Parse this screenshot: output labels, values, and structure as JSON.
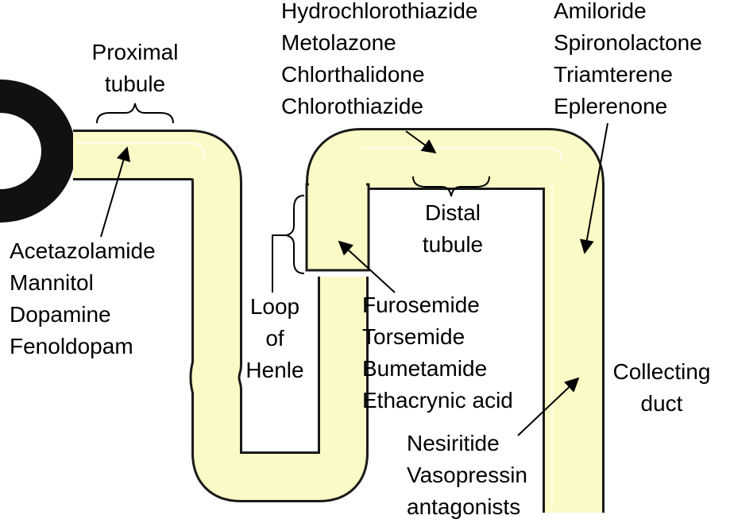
{
  "colors": {
    "tubule_fill": "#fafac6",
    "tubule_outline": "#1a1a1a",
    "glomerulus": "#111111",
    "text": "#000000"
  },
  "labels": {
    "proximal_tubule": [
      "Proximal",
      "tubule"
    ],
    "distal_tubule": [
      "Distal",
      "tubule"
    ],
    "loop_of_henle": [
      "Loop",
      "of",
      "Henle"
    ],
    "collecting_duct": [
      "Collecting",
      "duct"
    ]
  },
  "drug_groups": {
    "proximal": [
      "Acetazolamide",
      "Mannitol",
      "Dopamine",
      "Fenoldopam"
    ],
    "thiazides": [
      "Hydrochlorothiazide",
      "Metolazone",
      "Chlorthalidone",
      "Chlorothiazide"
    ],
    "potassium_sparing": [
      "Amiloride",
      "Spironolactone",
      "Triamterene",
      "Eplerenone"
    ],
    "loop_diuretics": [
      "Furosemide",
      "Torsemide",
      "Bumetamide",
      "Ethacrynic acid"
    ],
    "collecting_duct": [
      "Nesiritide",
      "Vasopressin",
      "antagonists"
    ]
  }
}
